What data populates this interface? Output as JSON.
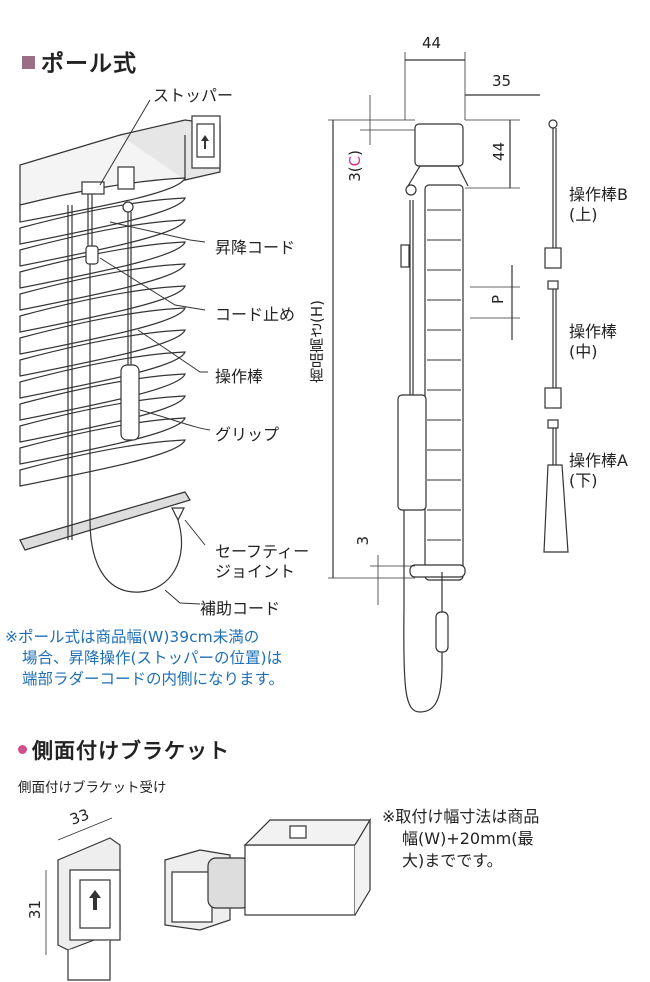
{
  "pole": {
    "title": "ポール式",
    "labels": {
      "stopper": "ストッパー",
      "lift_cord": "昇降コード",
      "cord_stop": "コード止め",
      "wand": "操作棒",
      "grip": "グリップ",
      "safety_joint_1": "セーフティー",
      "safety_joint_2": "ジョイント",
      "aux_cord": "補助コード"
    },
    "note_lines": [
      "※ポール式は商品幅(W)39cm未満の",
      "場合、昇降操作(ストッパーの位置)は",
      "端部ラダーコードの内側になります。"
    ],
    "dims": {
      "width_top": "44",
      "depth": "35",
      "head_height": "44",
      "c_prefix": "3(",
      "c_letter": "C",
      "c_suffix": ")",
      "pitch": "P",
      "height_label": "商品高さ(H)",
      "bottom": "3"
    },
    "wand_parts": {
      "b_line1": "操作棒B",
      "b_line2": "(上)",
      "m_line1": "操作棒",
      "m_line2": "(中)",
      "a_line1": "操作棒A",
      "a_line2": "(下)"
    }
  },
  "bracket": {
    "title": "側面付けブラケット",
    "sub": "側面付けブラケット受け",
    "dim_w": "33",
    "dim_h": "31",
    "note_lines": [
      "※取付け幅寸法は商品",
      "幅(W)+20mm(最",
      "大)までです。"
    ]
  },
  "colors": {
    "accent_square": "#9a6f86",
    "note_blue": "#1f6fb6",
    "dim_pink": "#d1338a",
    "bullet_pink": "#d14e8a"
  }
}
